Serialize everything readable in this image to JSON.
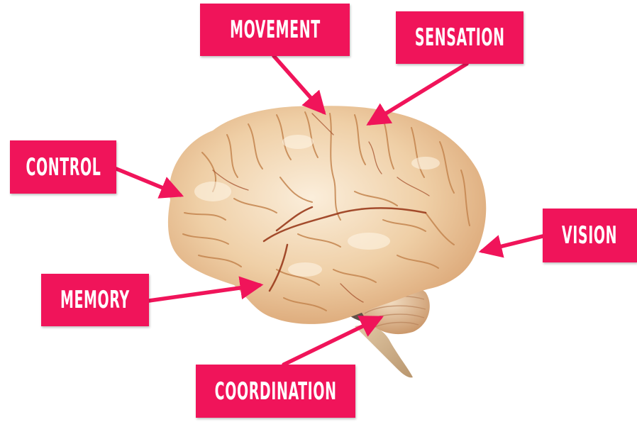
{
  "labels": {
    "movement": "MOVEMENT",
    "sensation": "SENSATION",
    "control": "CONTROL",
    "vision": "VISION",
    "memory": "MEMORY",
    "coordination": "COORDINATION"
  },
  "colors": {
    "label_background": "#f0145a",
    "label_text": "#ffffff",
    "arrow": "#f0145a",
    "brain_base": "#ecc49a",
    "brain_highlight": "#f7e6cc",
    "brain_fold": "#c4854f",
    "vessel": "#9a3b1c"
  }
}
